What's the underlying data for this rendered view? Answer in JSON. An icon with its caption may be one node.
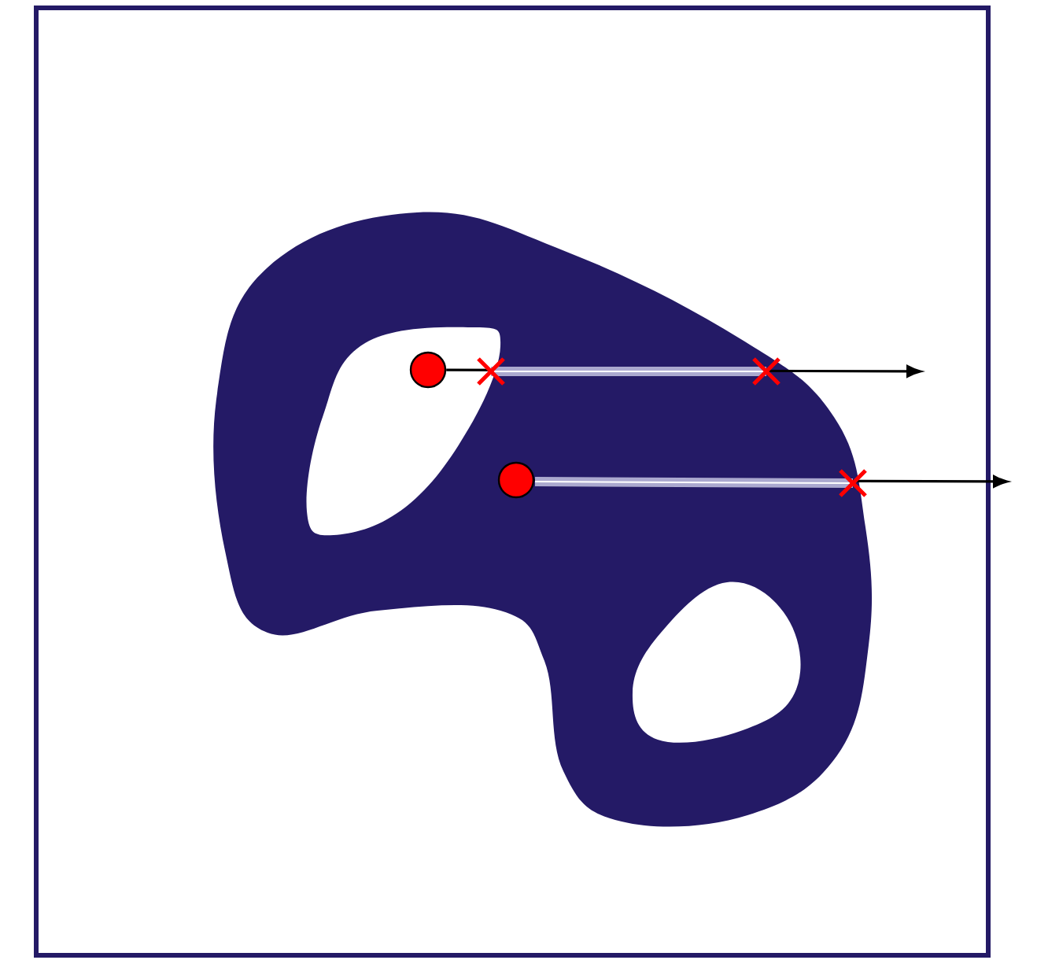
{
  "diagram": {
    "nodes": [
      {
        "text": [],
        "shape": "circle"
      },
      {
        "text": [],
        "shape": "circle"
      }
    ],
    "edges": [
      {
        "from": 0,
        "to": null,
        "arrow": "to"
      },
      {
        "from": 1,
        "to": null,
        "arrow": "to"
      }
    ]
  }
}
